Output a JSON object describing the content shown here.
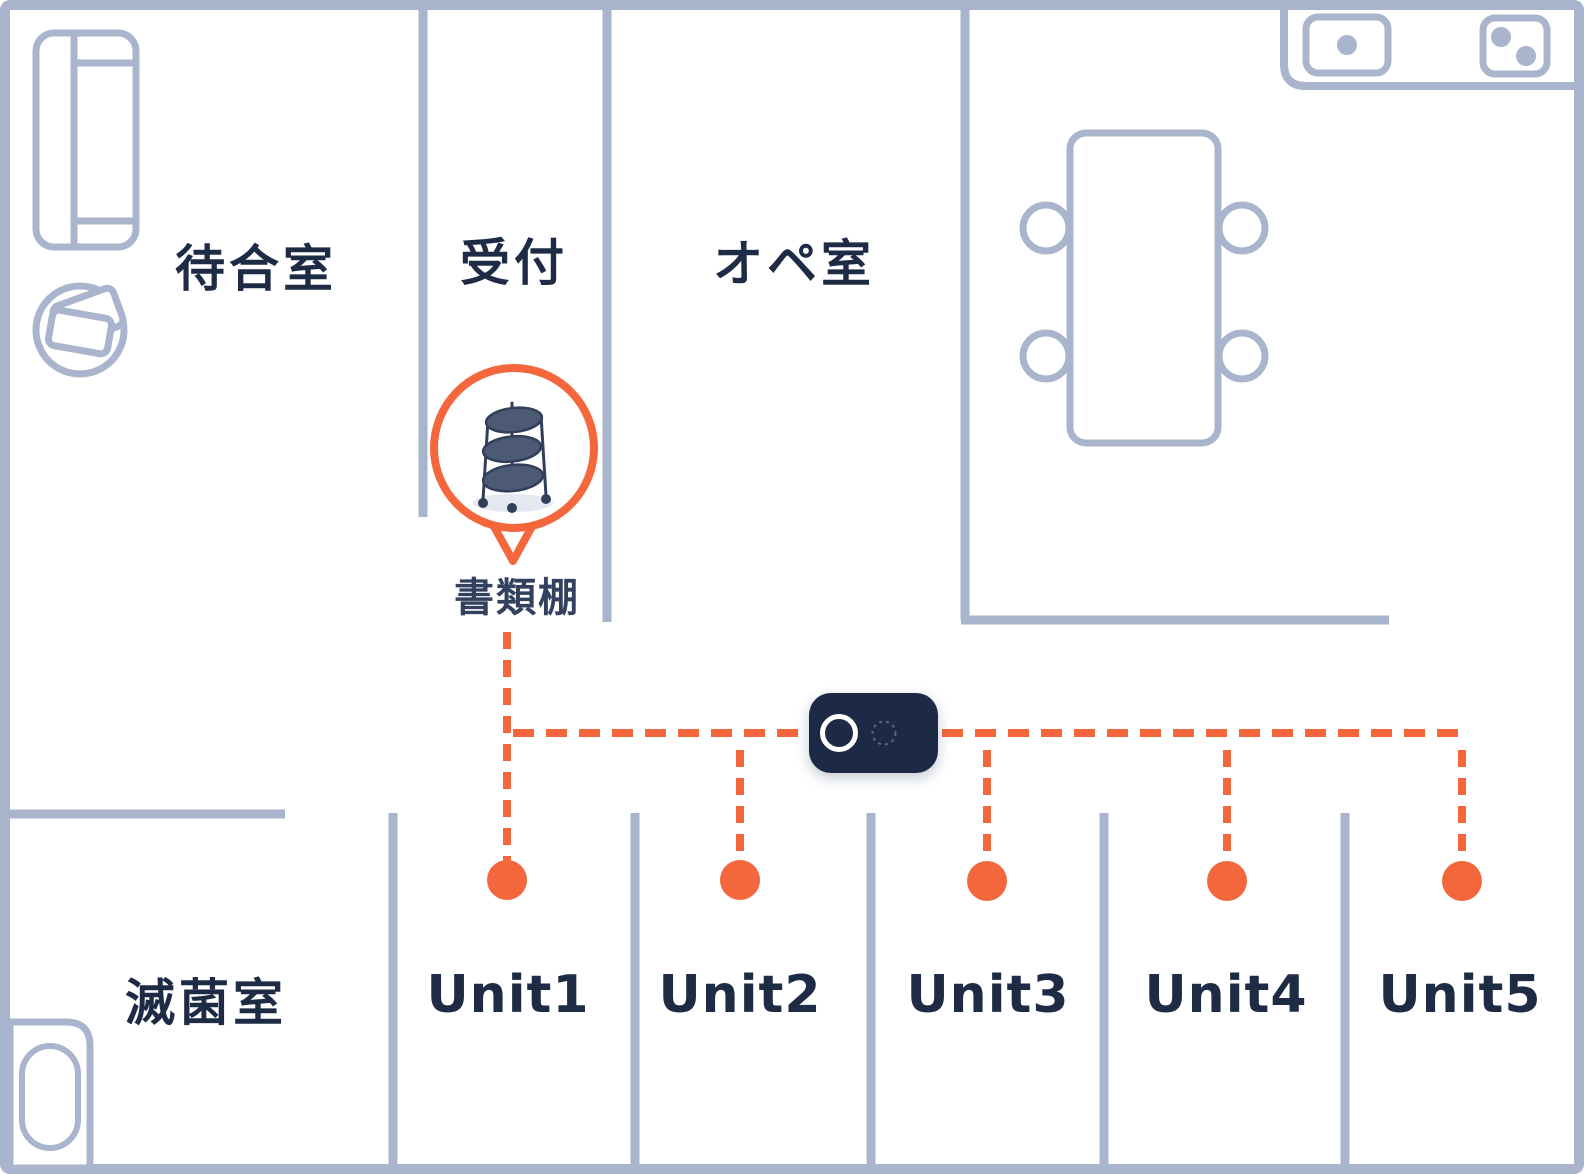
{
  "rooms": {
    "waiting_room": "待合室",
    "reception": "受付",
    "operating_room": "オペ室",
    "sterilization_room": "滅菌室"
  },
  "units": [
    {
      "label": "Unit1"
    },
    {
      "label": "Unit2"
    },
    {
      "label": "Unit3"
    },
    {
      "label": "Unit4"
    },
    {
      "label": "Unit5"
    }
  ],
  "callout": {
    "label": "書類棚",
    "icon": "cart-icon"
  },
  "markers": {
    "unit_dot_count": 5,
    "hub_device_icon": "hub-device-icon"
  },
  "icons": [
    "sofa-icon",
    "magazine-table-icon",
    "meeting-table-icon",
    "chair-icon",
    "counter-icon",
    "single-burner-icon",
    "double-burner-icon",
    "sink-icon",
    "cart-icon",
    "hub-device-icon"
  ],
  "colors": {
    "accent_orange": "#F4673C",
    "navy_text": "#1E2B45",
    "wall_gray_blue": "#A8B4CB",
    "cart_slate": "#4D5A74",
    "white": "#FFFFFF"
  }
}
